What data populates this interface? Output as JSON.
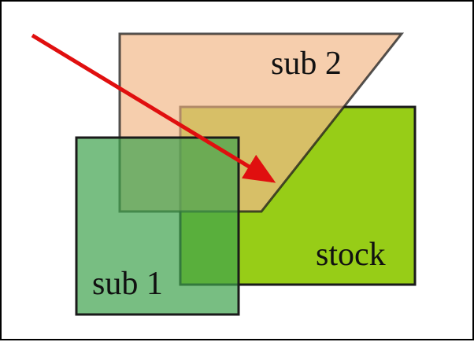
{
  "labels": {
    "sub2": "sub 2",
    "sub1": "sub 1",
    "stock": "stock"
  },
  "colors": {
    "stock_fill": "#97cd17",
    "sub2_fill": "#f5cda8",
    "sub1_fill": "#5fb566",
    "arrow": "#e00f0f",
    "outline": "#1a1a1a"
  }
}
